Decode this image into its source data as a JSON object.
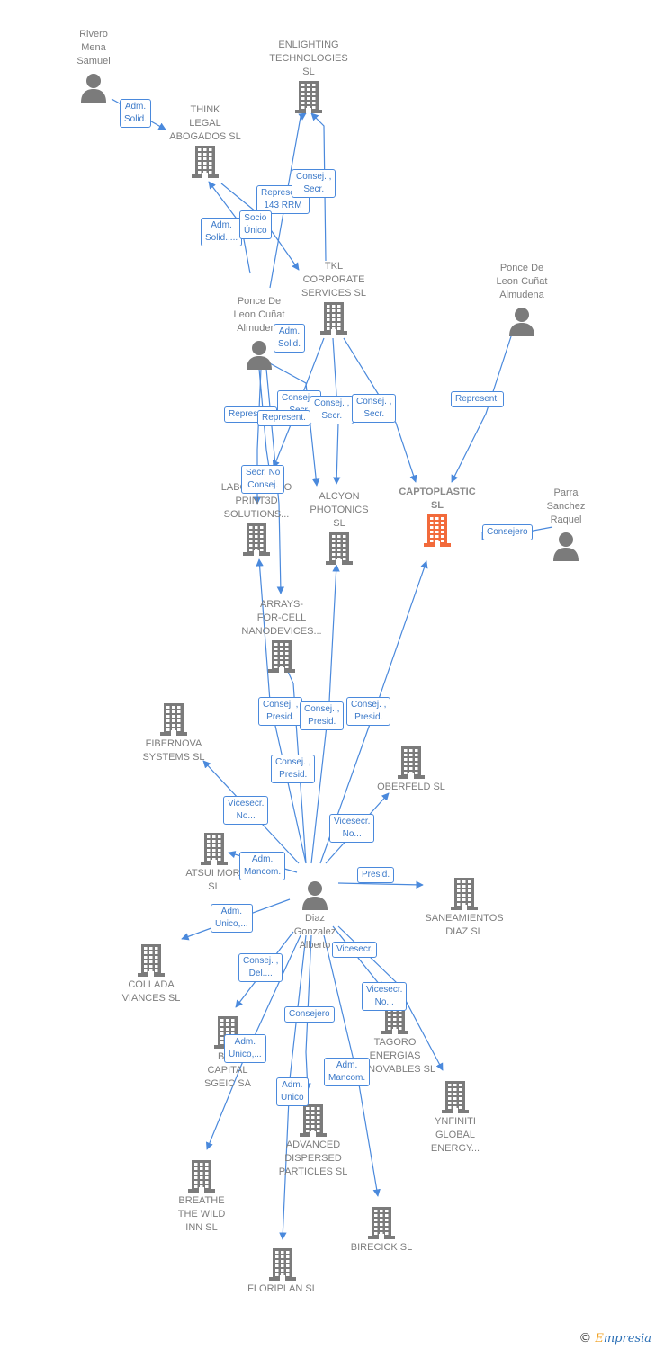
{
  "colors": {
    "edge": "#4a89dc",
    "building": "#7b7b7b",
    "building_focus": "#f26a3b",
    "person": "#7b7b7b"
  },
  "nodes": [
    {
      "id": "rivero",
      "type": "person",
      "label": "Rivero\nMena\nSamuel"
    },
    {
      "id": "enlighting",
      "type": "company",
      "label": "ENLIGHTING\nTECHNOLOGIES\nSL"
    },
    {
      "id": "think",
      "type": "company",
      "label": "THINK\nLEGAL\nABOGADOS  SL"
    },
    {
      "id": "tkl",
      "type": "company",
      "label": "TKL\nCORPORATE\nSERVICES  SL"
    },
    {
      "id": "ponce1",
      "type": "person",
      "label": "Ponce De\nLeon Cuñat\nAlmudena"
    },
    {
      "id": "ponce2",
      "type": "person",
      "label": "Ponce De\nLeon Cuñat\nAlmudena"
    },
    {
      "id": "labo",
      "type": "company",
      "label": "LABORATORIO\nPRINT3D\nSOLUTIONS..."
    },
    {
      "id": "alcyon",
      "type": "company",
      "label": "ALCYON\nPHOTONICS\nSL"
    },
    {
      "id": "capto",
      "type": "company",
      "focus": true,
      "label": "CAPTOPLASTIC\nSL"
    },
    {
      "id": "parra",
      "type": "person",
      "label": "Parra\nSanchez\nRaquel"
    },
    {
      "id": "arrays",
      "type": "company",
      "label": "ARRAYS-\nFOR-CELL\nNANODEVICES..."
    },
    {
      "id": "fibernova",
      "type": "company",
      "label": "FIBERNOVA\nSYSTEMS SL"
    },
    {
      "id": "oberfeld",
      "type": "company",
      "label": "OBERFELD SL"
    },
    {
      "id": "atsui",
      "type": "company",
      "label": "ATSUI MORI\nSL"
    },
    {
      "id": "diaz",
      "type": "person",
      "label": "Diaz\nGonzalez\nAlberto"
    },
    {
      "id": "saneamientos",
      "type": "company",
      "label": "SANEAMIENTOS\nDIAZ  SL"
    },
    {
      "id": "collada",
      "type": "company",
      "label": "COLLADA\nVIANCES  SL"
    },
    {
      "id": "bea",
      "type": "company",
      "label": "BEA\nCAPITAL\nSGEIC SA"
    },
    {
      "id": "tagoro",
      "type": "company",
      "label": "TAGORO\nENERGIAS\nRENOVABLES SL"
    },
    {
      "id": "ynfiniti",
      "type": "company",
      "label": "YNFINITI\nGLOBAL\nENERGY..."
    },
    {
      "id": "advanced",
      "type": "company",
      "label": "ADVANCED\nDISPERSED\nPARTICLES SL"
    },
    {
      "id": "breathe",
      "type": "company",
      "label": "BREATHE\nTHE WILD\nINN  SL"
    },
    {
      "id": "birecick",
      "type": "company",
      "label": "BIRECICK SL"
    },
    {
      "id": "floriplan",
      "type": "company",
      "label": "FLORIPLAN  SL"
    }
  ],
  "edge_labels": [
    {
      "id": "e1",
      "text": "Adm.\nSolid."
    },
    {
      "id": "e2",
      "text": "Represent.\n143 RRM"
    },
    {
      "id": "e3",
      "text": "Consej. ,\nSecr."
    },
    {
      "id": "e4",
      "text": "Adm.\nSolid.,..."
    },
    {
      "id": "e5",
      "text": "Socio\nÚnico"
    },
    {
      "id": "e6",
      "text": "Adm.\nSolid."
    },
    {
      "id": "e7",
      "text": "Consej. ,\nSecr."
    },
    {
      "id": "e8",
      "text": "Represent."
    },
    {
      "id": "e9",
      "text": "Consej. ,\nSecr."
    },
    {
      "id": "e10",
      "text": "Consej. ,\nSecr."
    },
    {
      "id": "e11",
      "text": "Represent."
    },
    {
      "id": "e12",
      "text": "Represent."
    },
    {
      "id": "e13",
      "text": "Secr.  No\nConsej."
    },
    {
      "id": "e14",
      "text": "Consejero"
    },
    {
      "id": "e15",
      "text": "Consej. ,\nPresid."
    },
    {
      "id": "e16",
      "text": "Consej. ,\nPresid."
    },
    {
      "id": "e17",
      "text": "Consej. ,\nPresid."
    },
    {
      "id": "e18",
      "text": "Consej. ,\nPresid."
    },
    {
      "id": "e19",
      "text": "Vicesecr.\nNo..."
    },
    {
      "id": "e20",
      "text": "Vicesecr.\nNo..."
    },
    {
      "id": "e21",
      "text": "Adm.\nMancom."
    },
    {
      "id": "e22",
      "text": "Presid."
    },
    {
      "id": "e23",
      "text": "Adm.\nUnico,..."
    },
    {
      "id": "e24",
      "text": "Vicesecr."
    },
    {
      "id": "e25",
      "text": "Consej. ,\nDel...."
    },
    {
      "id": "e26",
      "text": "Vicesecr.\nNo..."
    },
    {
      "id": "e27",
      "text": "Consejero"
    },
    {
      "id": "e28",
      "text": "Adm.\nUnico,..."
    },
    {
      "id": "e29",
      "text": "Adm.\nMancom."
    },
    {
      "id": "e30",
      "text": "Adm.\nUnico"
    }
  ],
  "footer": {
    "copyright": "©",
    "brand_initial": "E",
    "brand_rest": "mpresia"
  }
}
